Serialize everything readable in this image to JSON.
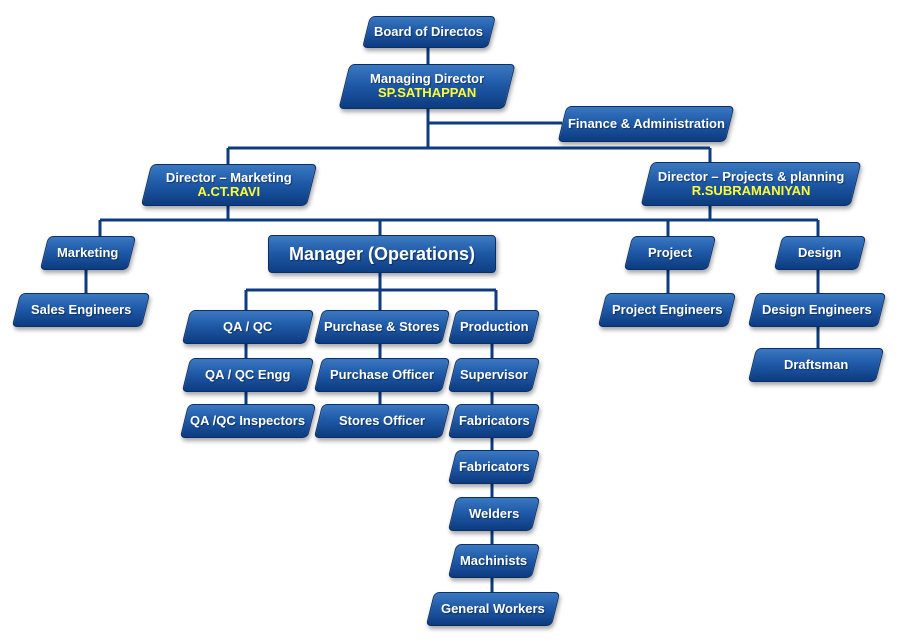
{
  "nodes": {
    "board": "Board of Directos",
    "md_title": "Managing Director",
    "md_name": "SP.SATHAPPAN",
    "finance": "Finance & Administration",
    "dir_mkt_title": "Director – Marketing",
    "dir_mkt_name": "A.CT.RAVI",
    "dir_proj_title": "Director – Projects & planning",
    "dir_proj_name": "R.SUBRAMANIYAN",
    "marketing": "Marketing",
    "sales_engineers": "Sales Engineers",
    "manager_ops": "Manager (Operations)",
    "project": "Project",
    "project_engineers": "Project Engineers",
    "design": "Design",
    "design_engineers": "Design Engineers",
    "draftsman": "Draftsman",
    "qa_qc": "QA / QC",
    "qa_qc_engg": "QA / QC Engg",
    "qa_qc_inspectors": "QA /QC Inspectors",
    "purchase_stores": "Purchase & Stores",
    "purchase_officer": "Purchase Officer",
    "stores_officer": "Stores Officer",
    "production": "Production",
    "supervisor": "Supervisor",
    "fabricators_1": "Fabricators",
    "fabricators_2": "Fabricators",
    "welders": "Welders",
    "machinists": "Machinists",
    "general_workers": "General Workers"
  },
  "colors": {
    "box": "#1f5aa8",
    "connector": "#0d3b80",
    "name_text": "#ffff33"
  }
}
